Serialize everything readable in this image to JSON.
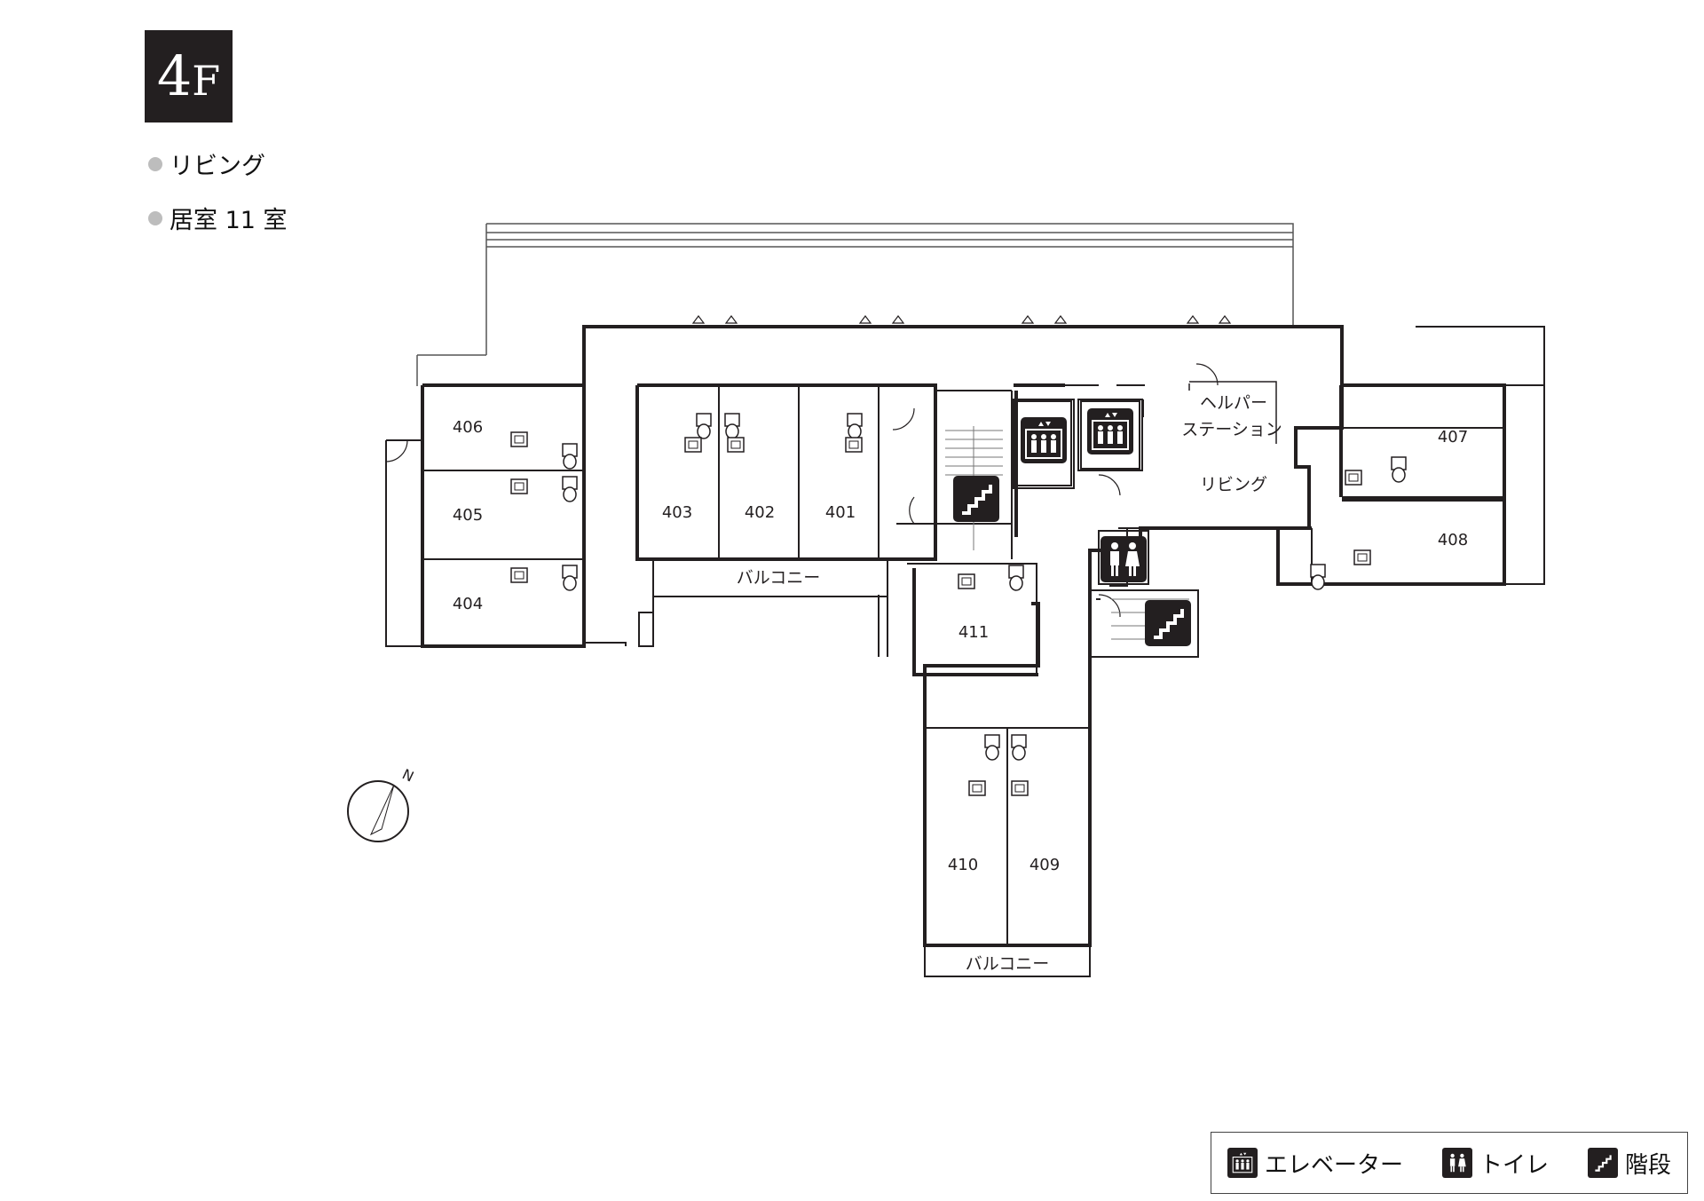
{
  "floor": {
    "number": "4",
    "suffix": "F"
  },
  "summary": [
    {
      "text": "リビング"
    },
    {
      "text": "居室 11 室"
    }
  ],
  "rooms": {
    "r401": "401",
    "r402": "402",
    "r403": "403",
    "r404": "404",
    "r405": "405",
    "r406": "406",
    "r407": "407",
    "r408": "408",
    "r409": "409",
    "r410": "410",
    "r411": "411"
  },
  "areas": {
    "balcony": "バルコニー",
    "helper_line1": "ヘルパー",
    "helper_line2": "ステーション",
    "living": "リビング"
  },
  "compass": {
    "label": "N"
  },
  "legend": {
    "elevator": {
      "label": "エレベーター",
      "icon": "elevator-icon"
    },
    "toilet": {
      "label": "トイレ",
      "icon": "toilet-icon"
    },
    "stairs": {
      "label": "階段",
      "icon": "stairs-icon"
    }
  },
  "colors": {
    "badge": "#231f20",
    "wall": "#231f20",
    "dot": "#bdbdbd"
  }
}
